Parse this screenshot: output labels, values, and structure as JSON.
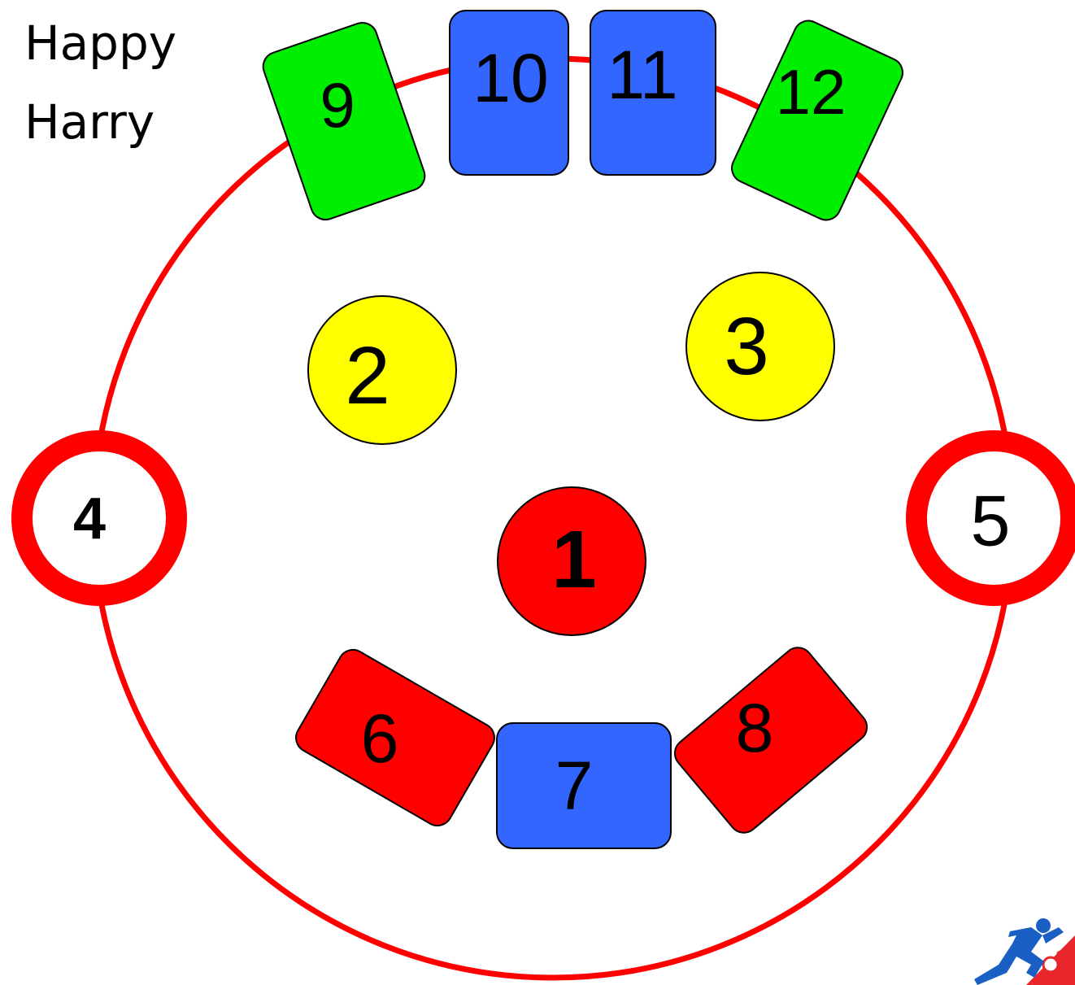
{
  "title": {
    "line1": "Happy",
    "line2": "Harry"
  },
  "colors": {
    "ring": "#ff0000",
    "green": "#00ee00",
    "blue": "#3366ff",
    "yellow": "#ffff00",
    "red": "#ff0000",
    "logo_blue": "#1a5fc4",
    "logo_red": "#e8262b"
  },
  "markers": {
    "m1": {
      "label": "1"
    },
    "m2": {
      "label": "2"
    },
    "m3": {
      "label": "3"
    },
    "m4": {
      "label": "4"
    },
    "m5": {
      "label": "5"
    },
    "m6": {
      "label": "6"
    },
    "m7": {
      "label": "7"
    },
    "m8": {
      "label": "8"
    },
    "m9": {
      "label": "9"
    },
    "m10": {
      "label": "10"
    },
    "m11": {
      "label": "11"
    },
    "m12": {
      "label": "12"
    }
  },
  "logo": {
    "icon": "running-figure-logo-icon"
  }
}
